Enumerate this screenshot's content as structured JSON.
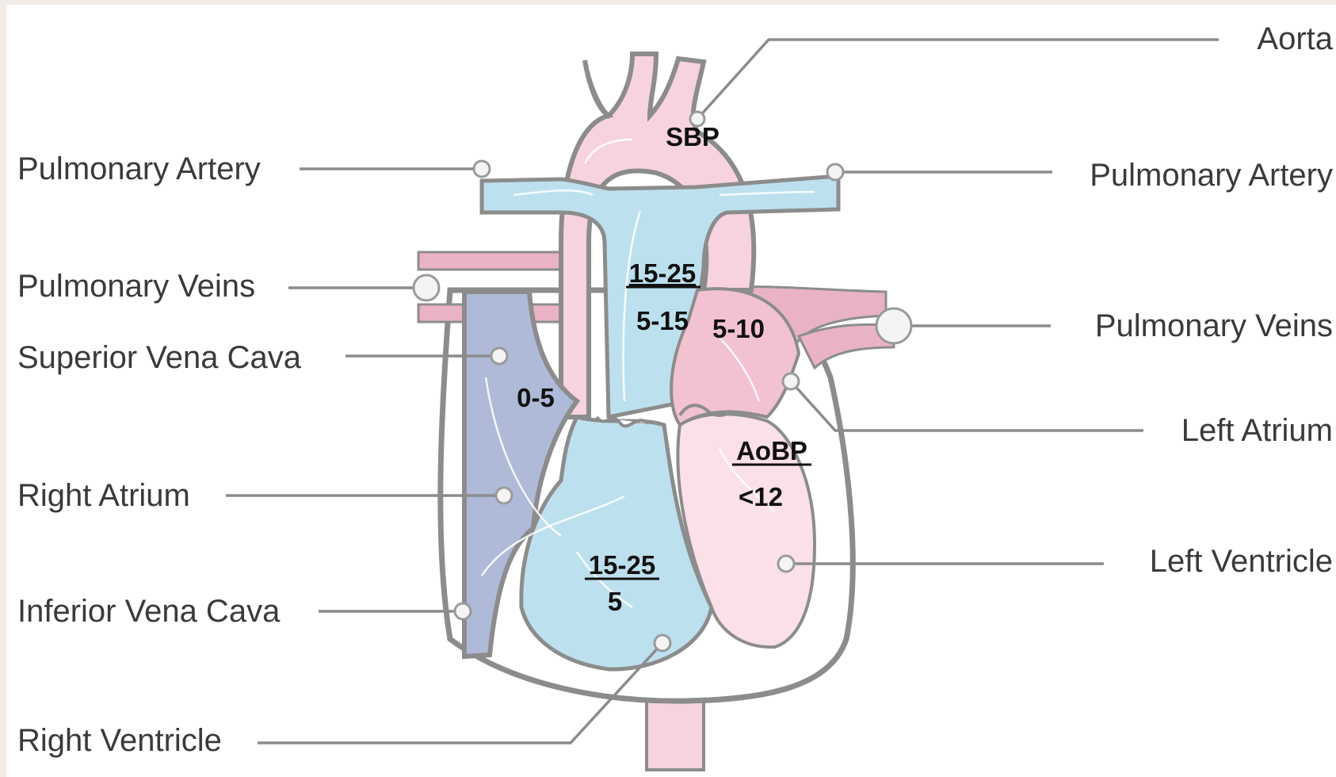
{
  "labels": {
    "aorta": "Aorta",
    "pulmonary_artery_left": "Pulmonary Artery",
    "pulmonary_artery_right": "Pulmonary Artery",
    "pulmonary_veins_left": "Pulmonary Veins",
    "pulmonary_veins_right": "Pulmonary Veins",
    "superior_vena_cava": "Superior Vena Cava",
    "right_atrium": "Right Atrium",
    "inferior_vena_cava": "Inferior Vena Cava",
    "right_ventricle": "Right Ventricle",
    "left_atrium": "Left Atrium",
    "left_ventricle": "Left Ventricle"
  },
  "values": {
    "sbp": "SBP",
    "pa_systolic": "15-25",
    "pa_diastolic": "5-15",
    "la": "5-10",
    "ra": "0-5",
    "aobp": "AoBP",
    "lv": "<12",
    "rv_systolic": "15-25",
    "rv_diastolic": "5"
  },
  "colors": {
    "oxygenated": "#f7d3df",
    "oxygenated_dark": "#eab3c5",
    "deoxygenated": "#bde0ee",
    "venous": "#aebad8",
    "outline": "#8c8c8c"
  }
}
